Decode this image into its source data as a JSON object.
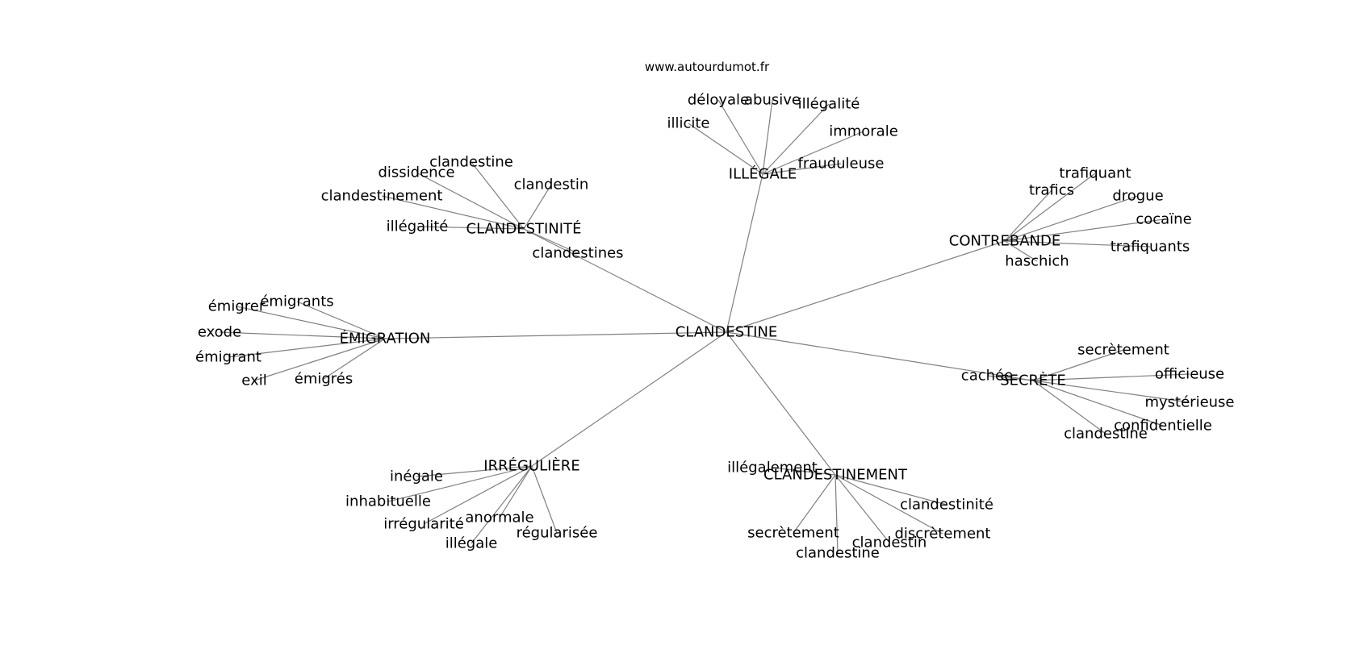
{
  "source": "www.autourdumot.fr",
  "edge_color": "#808080",
  "nodes": {
    "clandestine_center": "CLANDESTINE",
    "illegale": "ILLÉGALE",
    "illegale_illicite": "illicite",
    "illegale_deloyale": "déloyale",
    "illegale_abusive": "abusive",
    "illegale_illegalite": "illégalité",
    "illegale_immorale": "immorale",
    "illegale_frauduleuse": "frauduleuse",
    "clandestinite": "CLANDESTINITÉ",
    "clandestinite_clandestine": "clandestine",
    "clandestinite_dissidence": "dissidence",
    "clandestinite_clandestin": "clandestin",
    "clandestinite_clandestinement": "clandestinement",
    "clandestinite_illegalite": "illégalité",
    "clandestinite_clandestines": "clandestines",
    "contrebande": "CONTREBANDE",
    "contrebande_trafiquant": "trafiquant",
    "contrebande_trafics": "trafics",
    "contrebande_drogue": "drogue",
    "contrebande_cocaine": "cocaïne",
    "contrebande_trafiquants": "trafiquants",
    "contrebande_haschich": "haschich",
    "emigration": "ÉMIGRATION",
    "emigration_emigrer": "émigrer",
    "emigration_emigrants": "émigrants",
    "emigration_exode": "exode",
    "emigration_emigrant": "émigrant",
    "emigration_exil": "exil",
    "emigration_emigres": "émigrés",
    "secrete": "SECRÈTE",
    "secrete_cachee": "cachée",
    "secrete_secretement": "secrètement",
    "secrete_officieuse": "officieuse",
    "secrete_mysterieuse": "mystérieuse",
    "secrete_confidentielle": "confidentielle",
    "secrete_clandestine": "clandestine",
    "irreguliere": "IRRÉGULIÈRE",
    "irreguliere_inegale": "inégale",
    "irreguliere_inhabituelle": "inhabituelle",
    "irreguliere_irregularite": "irrégularité",
    "irreguliere_anormale": "anormale",
    "irreguliere_illegale": "illégale",
    "irreguliere_regularisee": "régularisée",
    "clandestinement": "CLANDESTINEMENT",
    "clandestinement_illegalement": "illégalement",
    "clandestinement_clandestinite": "clandestinité",
    "clandestinement_secretement": "secrètement",
    "clandestinement_clandestine": "clandestine",
    "clandestinement_clandestin": "clandestin",
    "clandestinement_discretement": "discrètement"
  }
}
